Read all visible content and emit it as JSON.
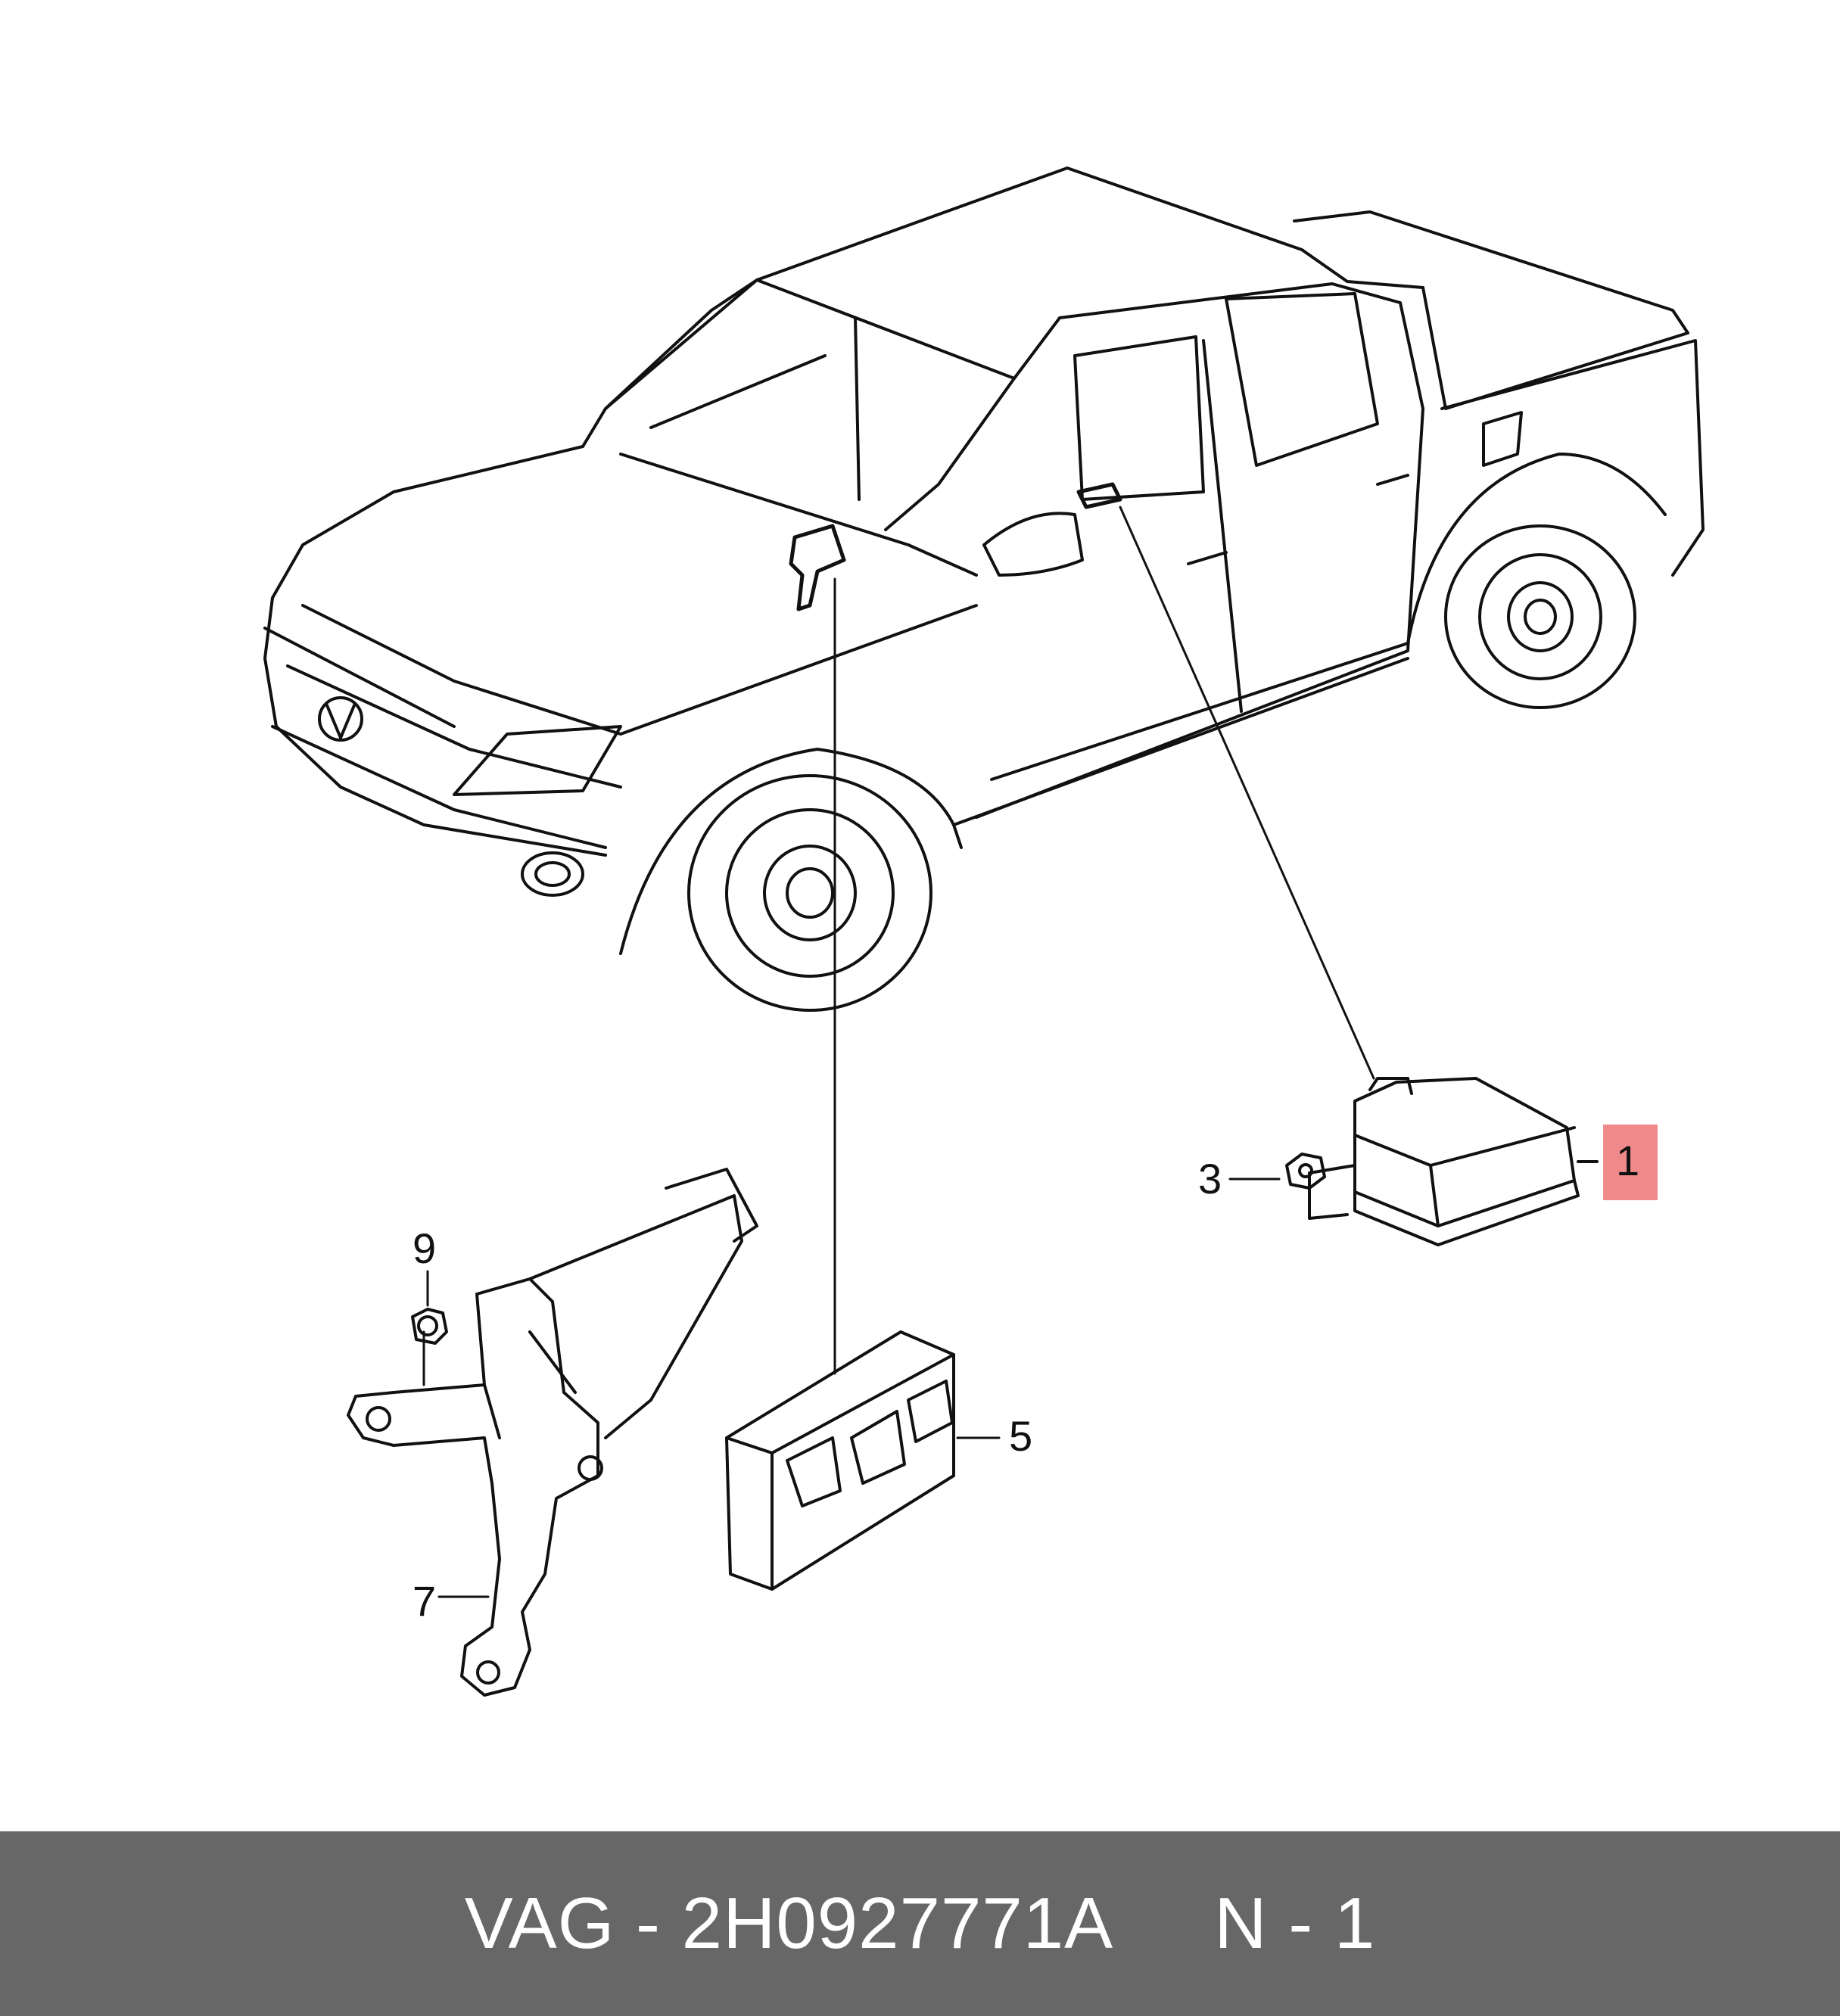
{
  "diagram": {
    "callouts": {
      "c1": "1",
      "c3": "3",
      "c5": "5",
      "c7": "7",
      "c9": "9"
    },
    "highlight_color": "#f08a8a"
  },
  "footer": {
    "text": "VAG - 2H0927771A     N - 1",
    "background": "#676767"
  }
}
